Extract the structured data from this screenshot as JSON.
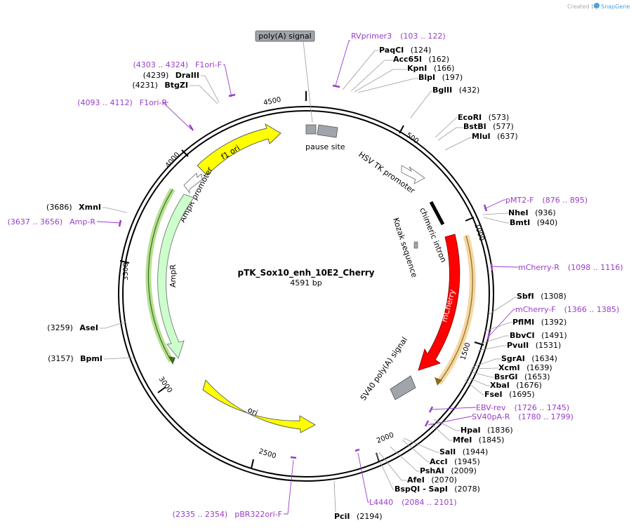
{
  "credit": {
    "text": "Created by",
    "brand": "SnapGene"
  },
  "plasmid": {
    "name": "pTK_Sox10_enh_10E2_Cherry",
    "length_label": "4591 bp",
    "length": 4591
  },
  "ticks": [
    "500",
    "1000",
    "1500",
    "2000",
    "2500",
    "3000",
    "3500",
    "4000",
    "4500"
  ],
  "features": {
    "polya_signal": "poly(A) signal",
    "pause_site": "pause site",
    "hsv_tk_promoter": "HSV TK promoter",
    "chimeric_intron": "chimeric intron",
    "kozak": "Kozak sequence",
    "mcherry": "mCherry",
    "sv40_polya": "SV40 poly(A) signal",
    "f1_ori": "f1 ori",
    "ampr_promoter": "AmpR promoter",
    "ampr": "AmpR",
    "ori": "ori"
  },
  "colors": {
    "f1_ori": "#ffff00",
    "ori": "#ffff00",
    "ampr": "#ccffcc",
    "mcherry": "#ff0000",
    "grey_feature": "#a0a4ab",
    "primer": "#9a3cc9",
    "orf_yellow": "#f5d7a0",
    "orf_green": "#b5e08f"
  },
  "enzymes": [
    {
      "name": "PaqCI",
      "pos": "(124)"
    },
    {
      "name": "Acc65I",
      "pos": "(162)"
    },
    {
      "name": "KpnI",
      "pos": "(166)"
    },
    {
      "name": "BlpI",
      "pos": "(197)"
    },
    {
      "name": "BglII",
      "pos": "(432)"
    },
    {
      "name": "EcoRI",
      "pos": "(573)"
    },
    {
      "name": "BstBI",
      "pos": "(577)"
    },
    {
      "name": "MluI",
      "pos": "(637)"
    },
    {
      "name": "NheI",
      "pos": "(936)"
    },
    {
      "name": "BmtI",
      "pos": "(940)"
    },
    {
      "name": "SbfI",
      "pos": "(1308)"
    },
    {
      "name": "PflMI",
      "pos": "(1392)"
    },
    {
      "name": "BbvCI",
      "pos": "(1491)"
    },
    {
      "name": "PvuII",
      "pos": "(1531)"
    },
    {
      "name": "SgrAI",
      "pos": "(1634)"
    },
    {
      "name": "XcmI",
      "pos": "(1639)"
    },
    {
      "name": "BsrGI",
      "pos": "(1653)"
    },
    {
      "name": "XbaI",
      "pos": "(1676)"
    },
    {
      "name": "FseI",
      "pos": "(1695)"
    },
    {
      "name": "HpaI",
      "pos": "(1836)"
    },
    {
      "name": "MfeI",
      "pos": "(1845)"
    },
    {
      "name": "SalI",
      "pos": "(1944)"
    },
    {
      "name": "AccI",
      "pos": "(1945)"
    },
    {
      "name": "PshAI",
      "pos": "(2009)"
    },
    {
      "name": "AfeI",
      "pos": "(2070)"
    },
    {
      "name": "BspQI - SapI",
      "pos": "(2078)"
    },
    {
      "name": "PciI",
      "pos": "(2194)"
    },
    {
      "name": "BpmI",
      "pos": "(3157)"
    },
    {
      "name": "AseI",
      "pos": "(3259)"
    },
    {
      "name": "XmnI",
      "pos": "(3686)"
    },
    {
      "name": "BtgZI",
      "pos": "(4231)"
    },
    {
      "name": "DraIII",
      "pos": "(4239)"
    }
  ],
  "primers": [
    {
      "name": "RVprimer3",
      "range": "(103 .. 122)"
    },
    {
      "name": "pMT2-F",
      "range": "(876 .. 895)"
    },
    {
      "name": "mCherry-R",
      "range": "(1098 .. 1116)"
    },
    {
      "name": "mCherry-F",
      "range": "(1366 .. 1385)"
    },
    {
      "name": "EBV-rev",
      "range": "(1726 .. 1745)"
    },
    {
      "name": "SV40pA-R",
      "range": "(1780 .. 1799)"
    },
    {
      "name": "L4440",
      "range": "(2084 .. 2101)"
    },
    {
      "name": "pBR322ori-F",
      "range": "(2335 .. 2354)"
    },
    {
      "name": "Amp-R",
      "range": "(3637 .. 3656)"
    },
    {
      "name": "F1ori-R",
      "range": "(4093 .. 4112)"
    },
    {
      "name": "F1ori-F",
      "range": "(4303 .. 4324)"
    }
  ]
}
